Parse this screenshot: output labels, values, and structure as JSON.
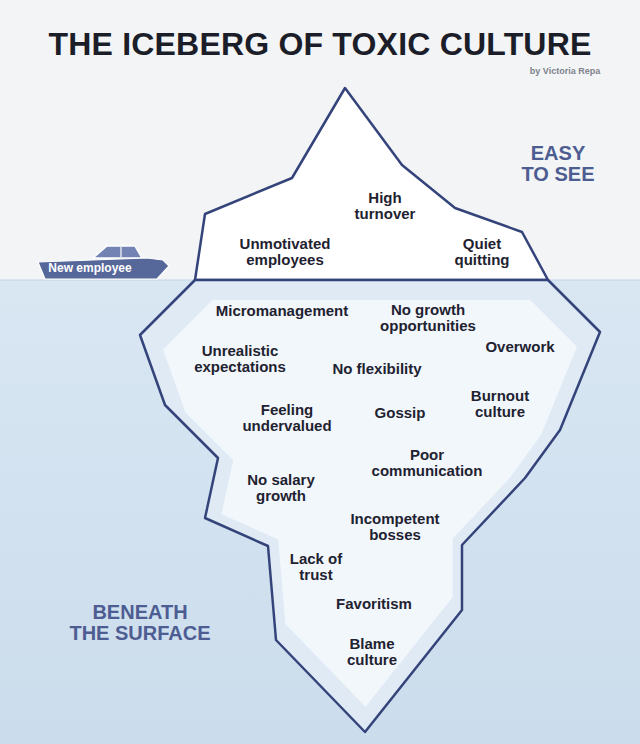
{
  "diagram": {
    "title": "THE ICEBERG OF TOXIC CULTURE",
    "nodes": [
      {
        "text": [
          "High turnover",
          "Unmotivated employees",
          "Quiet quitting"
        ]
      },
      {
        "text": [
          "New employee"
        ]
      },
      {
        "text": [
          "Micromanagement",
          "No growth opportunities",
          "Overwork",
          "Unrealistic expectations",
          "No flexibility",
          "Burnout culture",
          "Gossip",
          "Feeling undervalued",
          "Poor communication",
          "No salary growth",
          "Incompetent bosses",
          "Lack of trust",
          "Favoritism",
          "Blame culture"
        ]
      }
    ],
    "labels": [
      "by Victoria Repa",
      "EASY TO SEE",
      "BENEATH THE SURFACE"
    ]
  }
}
